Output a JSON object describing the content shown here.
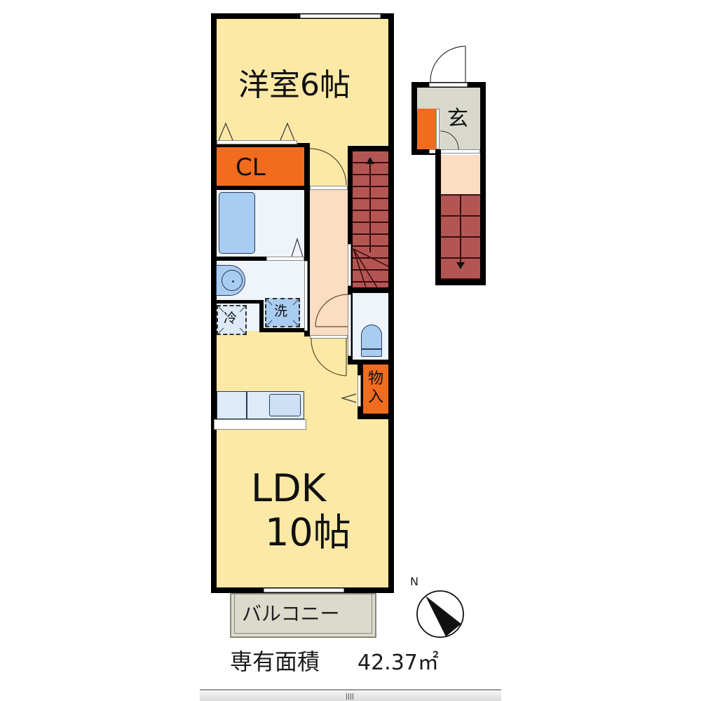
{
  "floor_plan": {
    "rooms": {
      "bedroom": {
        "label": "洋室6帖",
        "type": "Western-style room",
        "size_jo": 6
      },
      "closet": {
        "label": "CL"
      },
      "ldk": {
        "label_line1": "LDK",
        "label_line2": "10帖",
        "size_jo": 10
      },
      "storage": {
        "label": "物入"
      },
      "entrance": {
        "label": "玄"
      },
      "balcony": {
        "label": "バルコニー"
      }
    },
    "fixtures": {
      "fridge": {
        "label": "冷"
      },
      "washer": {
        "label": "洗"
      }
    },
    "compass": {
      "label": "N"
    },
    "area": {
      "label": "専有面積",
      "value": "42.37㎡"
    }
  },
  "colors": {
    "room_floor": "#FCE9A6",
    "hall_floor": "#FBDDC4",
    "closet": "#F26C1F",
    "stairs": "#B35653",
    "wet_area": "#EEF4FA",
    "fixture_blue": "#A8CCF2",
    "entrance_floor": "#D9D8CC",
    "balcony_floor": "#DCDACB"
  },
  "scrollbar": {
    "orientation": "horizontal"
  }
}
